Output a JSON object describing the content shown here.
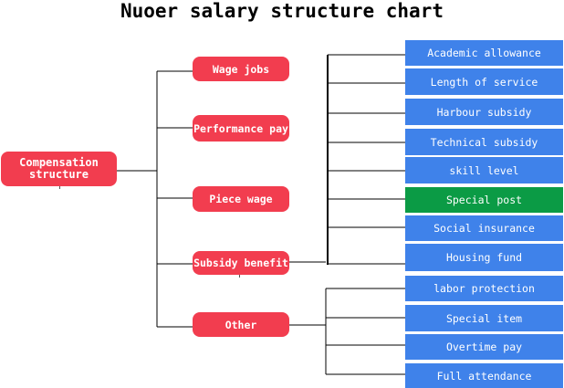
{
  "title": "Nuoer salary structure chart",
  "root": "Compensation structure",
  "categories": [
    {
      "label": "Wage jobs"
    },
    {
      "label": "Performance pay"
    },
    {
      "label": "Piece wage"
    },
    {
      "label": "Subsidy benefit"
    },
    {
      "label": "Other"
    }
  ],
  "subsidy_items": [
    {
      "label": "Academic allowance"
    },
    {
      "label": "Length of service"
    },
    {
      "label": "Harbour subsidy"
    },
    {
      "label": "Technical subsidy"
    },
    {
      "label": "skill level"
    },
    {
      "label": "Special post",
      "highlight": true
    },
    {
      "label": "Social insurance"
    },
    {
      "label": "Housing fund"
    }
  ],
  "other_items": [
    {
      "label": "labor protection"
    },
    {
      "label": "Special item"
    },
    {
      "label": "Overtime pay"
    },
    {
      "label": "Full attendance"
    }
  ],
  "colors": {
    "category": "#f23d4f",
    "item": "#3f82ea",
    "highlight": "#0b9b45",
    "connector": "#000000"
  }
}
